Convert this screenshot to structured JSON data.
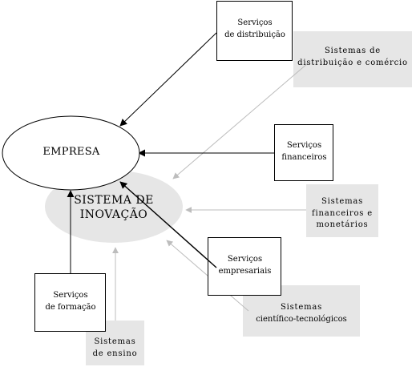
{
  "nodes": {
    "empresa": "EMPRESA",
    "sistema_inovacao": [
      "SISTEMA DE",
      "INOVAÇÃO"
    ],
    "servicos_distribuicao": [
      "Serviços",
      "de distribuição"
    ],
    "servicos_financeiros": [
      "Serviços",
      "financeiros"
    ],
    "servicos_empresariais": [
      "Serviços",
      "empresariais"
    ],
    "servicos_formacao": [
      "Serviços",
      "de formação"
    ],
    "sistemas_distribuicao": [
      "Sistemas de",
      "distribuição e comércio"
    ],
    "sistemas_financeiros": [
      "Sistemas",
      "financeiros e",
      "monetários"
    ],
    "sistemas_cientifico": [
      "Sistemas",
      "científico-tecnológicos"
    ],
    "sistemas_ensino": [
      "Sistemas",
      "de ensino"
    ]
  },
  "colors": {
    "grey_fill": "#e6e6e6",
    "grey_arrow": "#bdbdbd",
    "black": "#000000"
  }
}
